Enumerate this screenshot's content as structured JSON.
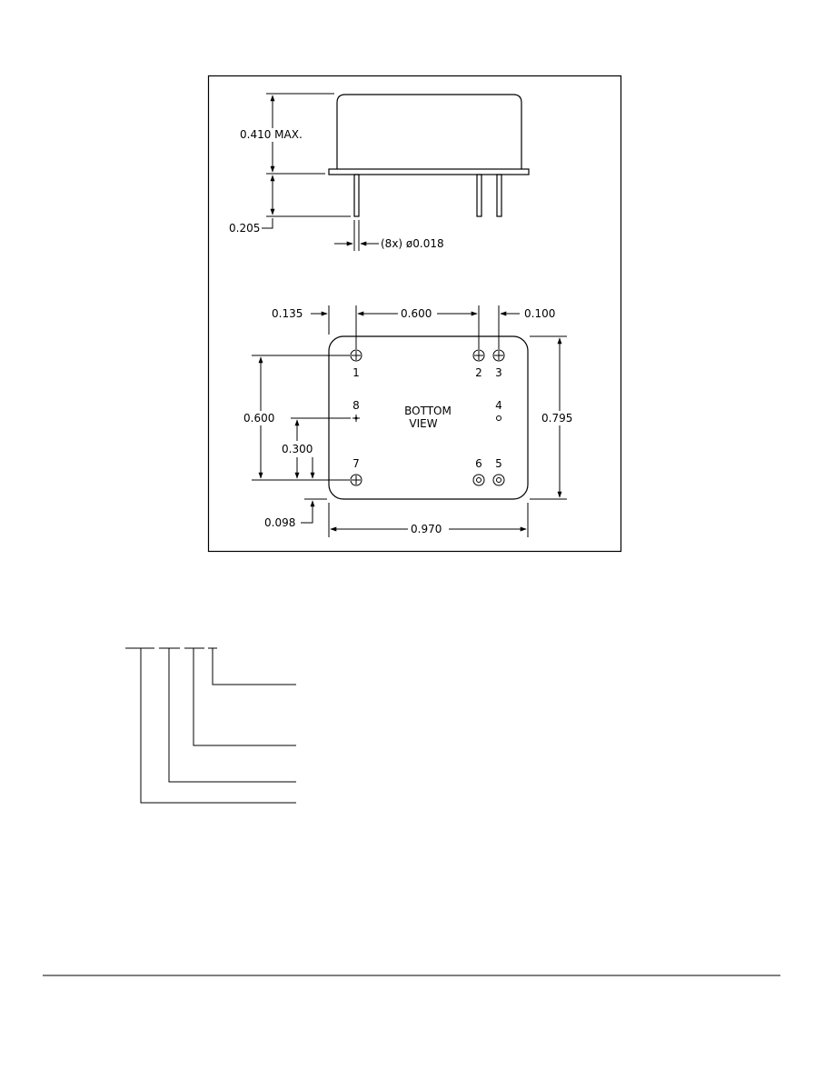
{
  "side_view": {
    "height_dim": "0.410  MAX.",
    "pin_length_dim": "0.205",
    "pin_diameter_dim": "(8x)  ø0.018"
  },
  "bottom_view": {
    "title_line1": "BOTTOM",
    "title_line2": "VIEW",
    "dim_left_offset": "0.135",
    "dim_pin_spacing": "0.600",
    "dim_right_offset": "0.100",
    "dim_vertical_spacing": "0.600",
    "dim_half_spacing": "0.300",
    "dim_bottom_offset": "0.098",
    "dim_width": "0.970",
    "dim_height": "0.795",
    "pins": [
      {
        "label": "1",
        "style": "plus"
      },
      {
        "label": "2",
        "style": "plus"
      },
      {
        "label": "3",
        "style": "plus"
      },
      {
        "label": "4",
        "style": "small-circle"
      },
      {
        "label": "5",
        "style": "ring"
      },
      {
        "label": "6",
        "style": "ring"
      },
      {
        "label": "7",
        "style": "plus"
      },
      {
        "label": "8",
        "style": "dot-cross"
      }
    ]
  },
  "colors": {
    "line": "#000000",
    "background": "#ffffff"
  }
}
